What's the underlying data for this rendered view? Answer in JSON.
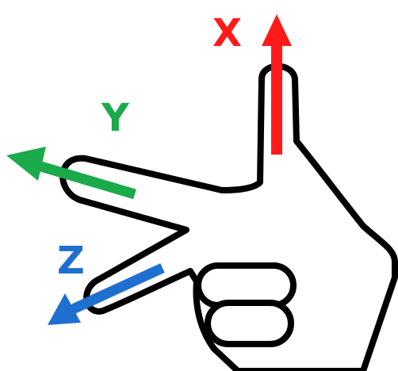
{
  "axes": [
    {
      "id": "x",
      "label": "X",
      "color": "#ff1a1a"
    },
    {
      "id": "y",
      "label": "Y",
      "color": "#1aaa4a"
    },
    {
      "id": "z",
      "label": "Z",
      "color": "#1f6fd0"
    }
  ],
  "hand": {
    "outline_color": "#000000",
    "fill_color": "#ffffff"
  }
}
